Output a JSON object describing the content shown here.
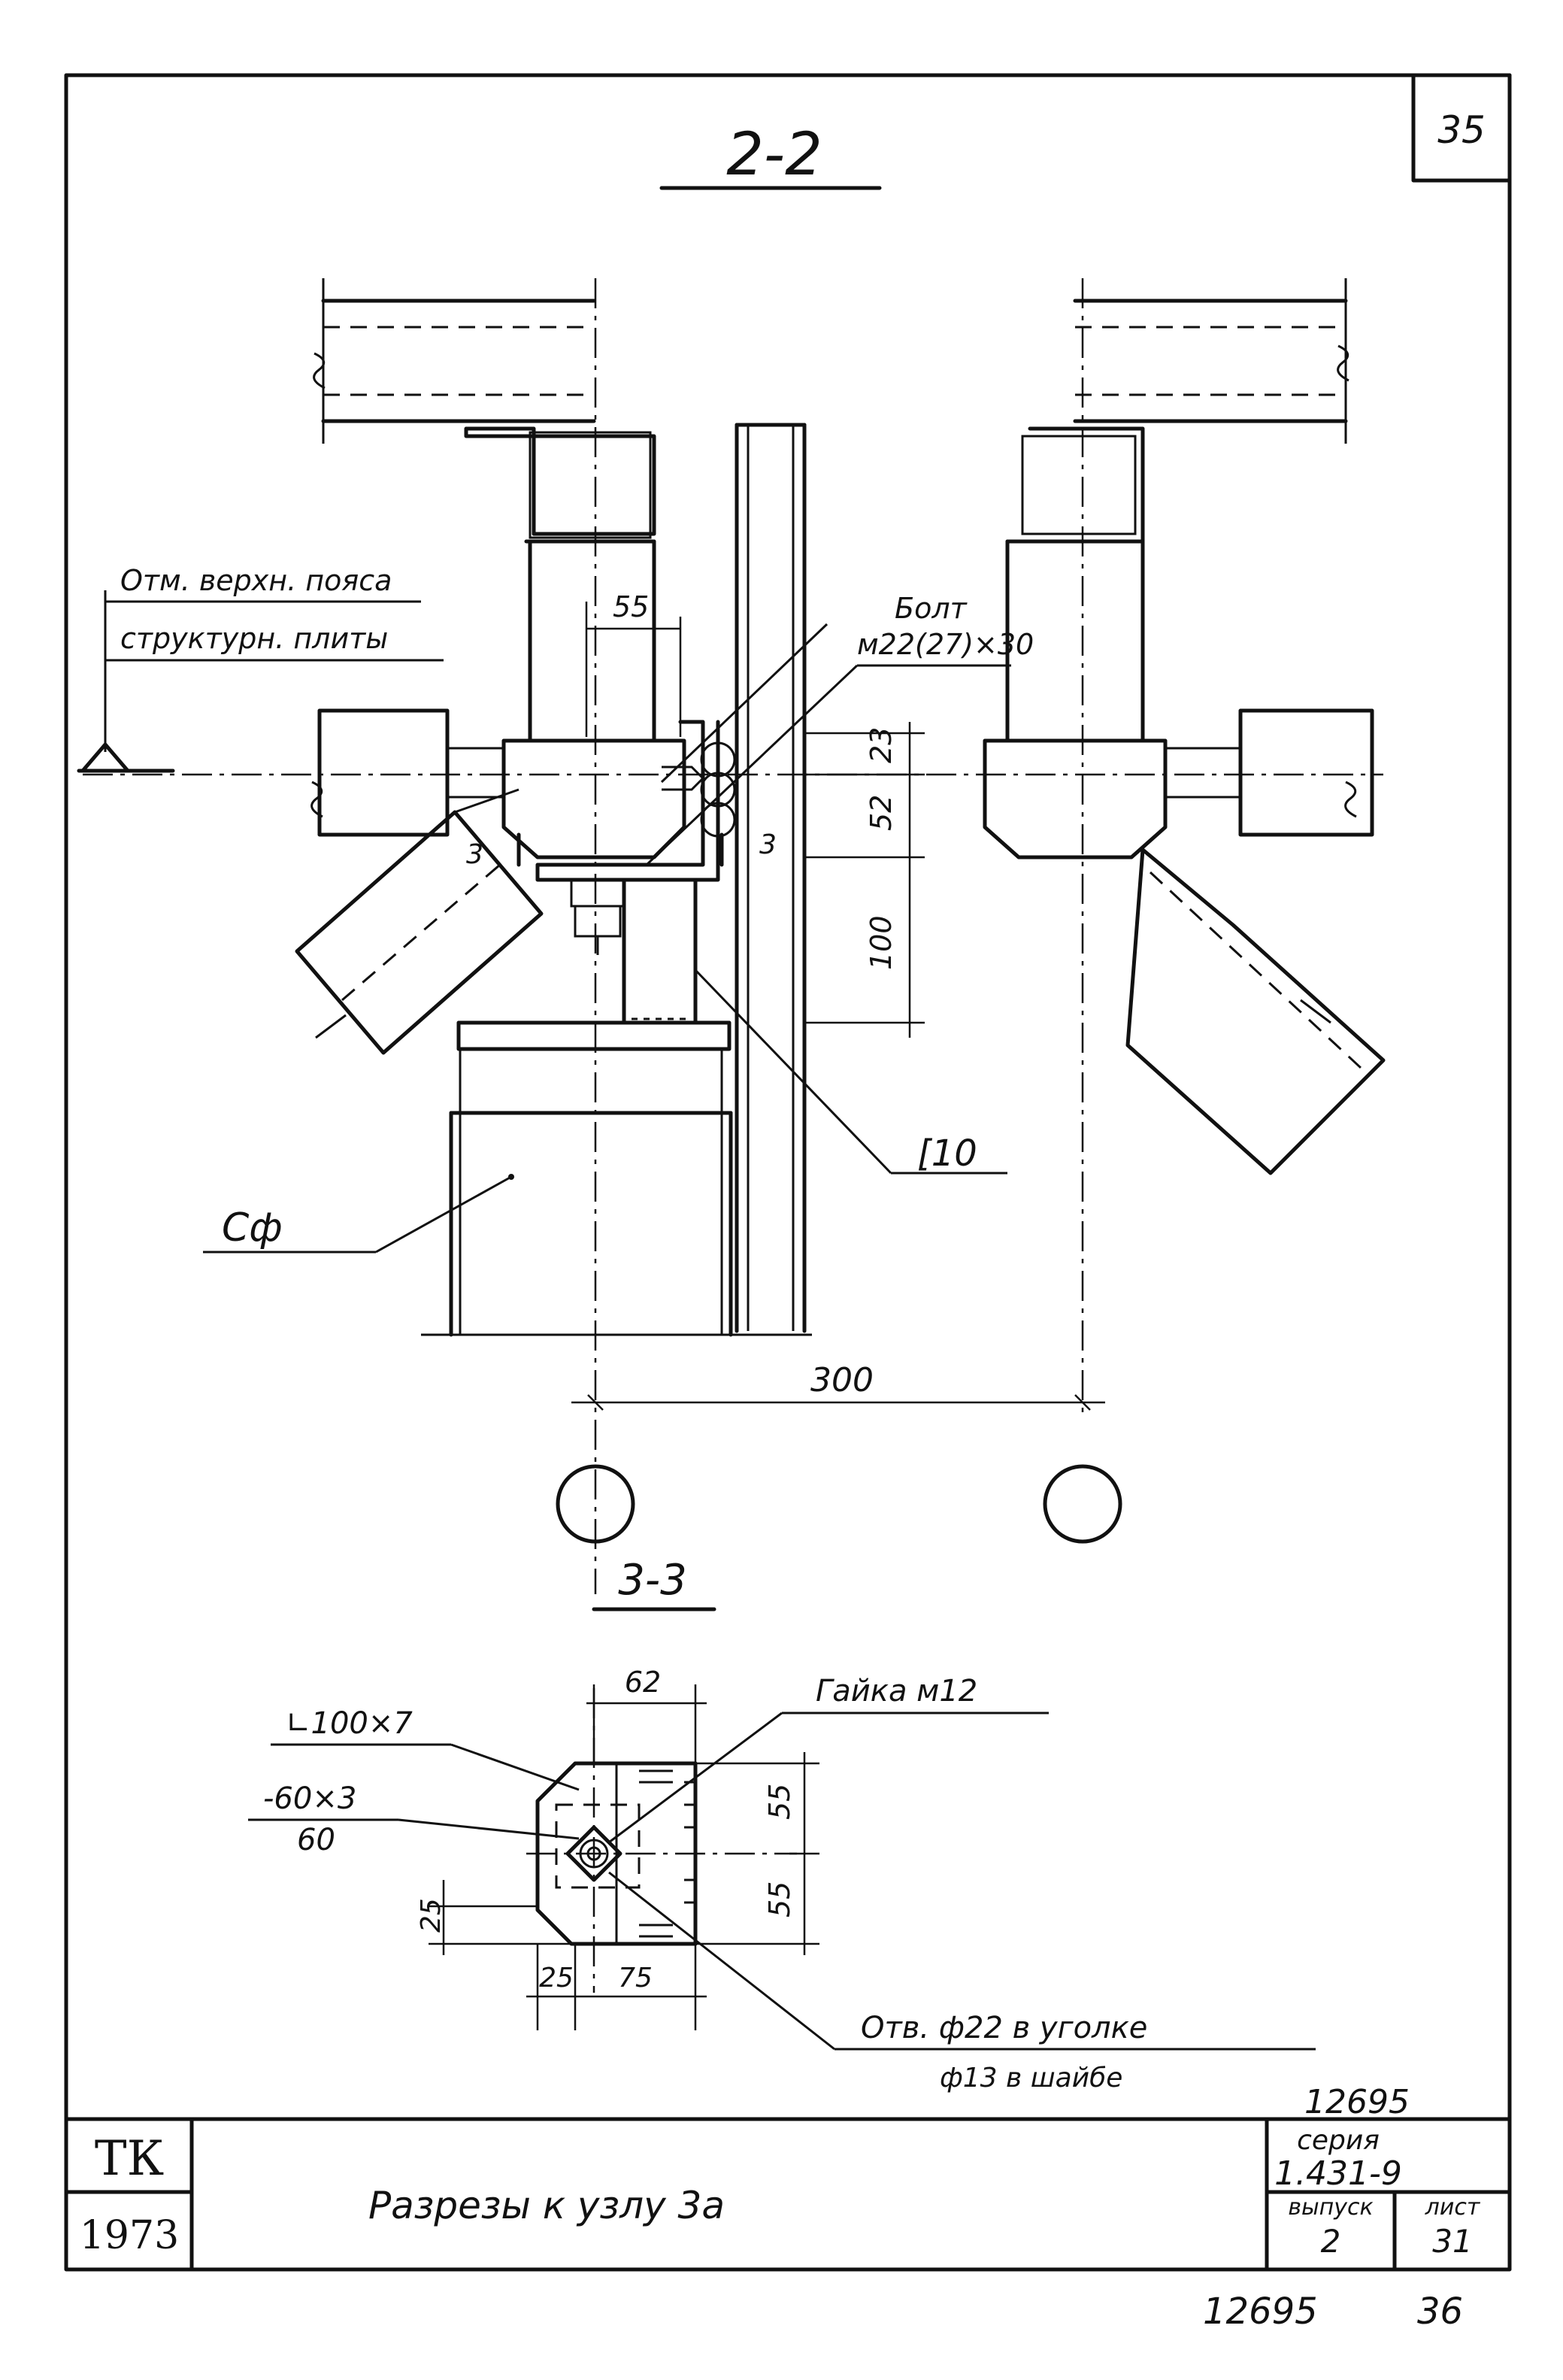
{
  "sheet": {
    "corner_number": "35",
    "bottom_left_code": "12695",
    "bottom_right_number": "36",
    "stamp_number": "12695"
  },
  "section_2_2": {
    "title": "2-2",
    "level_note_line1": "Отм. верхн. пояса",
    "level_note_line2": "структурн. плиты",
    "bolt_label_line1": "Болт",
    "bolt_label_line2": "м22(27)×30",
    "channel_label": "[10",
    "column_label": "Сф",
    "section_mark": "3",
    "dims": {
      "d55": "55",
      "d23": "23",
      "d52": "52",
      "d100": "100",
      "d300": "300"
    }
  },
  "section_3_3": {
    "title": "3-3",
    "angle_label": "∟100×7",
    "plate_label": "-60×3",
    "plate_label_2": "60",
    "nut_label": "Гайка м12",
    "hole_label_line1": "Отв. ф22  в уголке",
    "hole_label_line2": "ф13   в шайбе",
    "dims": {
      "d62": "62",
      "d55a": "55",
      "d55b": "55",
      "d25v": "25",
      "d25h": "25",
      "d75": "75"
    }
  },
  "title_block": {
    "org": "ТК",
    "year": "1973",
    "title": "Разрезы  к  узлу  3а",
    "series_label": "серия",
    "series_value": "1.431-9",
    "issue_label": "выпуск",
    "issue_value": "2",
    "sheet_label": "лист",
    "sheet_value": "31"
  }
}
